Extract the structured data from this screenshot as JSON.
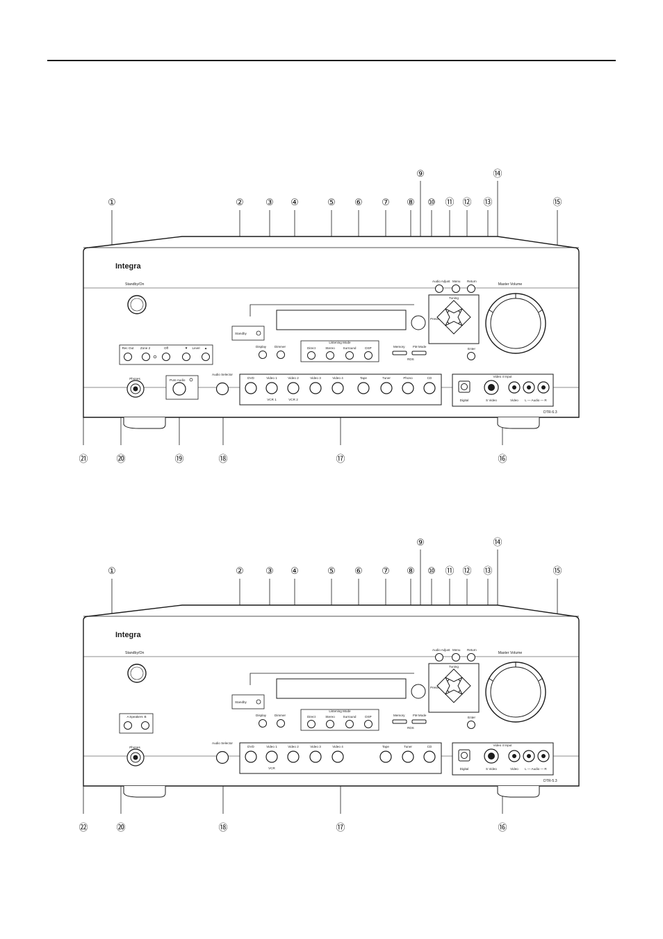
{
  "panels": [
    {
      "id": "a",
      "brand": "Integra",
      "model": "DTR-6.3",
      "power_label": "Standby/On",
      "standby_label": "Standby",
      "display_label": "Display",
      "dimmer_label": "Dimmer",
      "listening_mode_title": "Listening Mode",
      "listening_modes": [
        "Direct",
        "Stereo",
        "Surround",
        "DSP"
      ],
      "memory_label": "Memory",
      "fm_mode_label": "FM Mode",
      "rds_label": "RDS",
      "audio_adjust_label": "Audio Adjust",
      "menu_label": "Menu",
      "return_label": "Return",
      "tuning_label": "Tuning",
      "preset_label": "Preset",
      "enter_label": "Enter",
      "master_volume_label": "Master Volume",
      "phones_label": "Phones",
      "pure_audio_label": "Pure Audio",
      "audio_selector_label": "Audio Selector",
      "input_selectors": [
        "DVD",
        "Video 1",
        "Video 2",
        "Video 3",
        "Video 4",
        "Tape",
        "Tuner",
        "Phono",
        "CD"
      ],
      "vcr_labels": [
        "VCR 1",
        "VCR 2"
      ],
      "video4_input_title": "Video 4 Input",
      "video4_jacks": [
        "Digital",
        "S Video",
        "Video",
        "L — Audio — R"
      ],
      "zone_controls": [
        "Rec Out",
        "Zone 2",
        "Off",
        "▼",
        "Level",
        "▲"
      ],
      "callouts_top": [
        "①",
        "②",
        "③",
        "④",
        "⑤",
        "⑥",
        "⑦",
        "⑧",
        "⑨",
        "⑩",
        "⑪",
        "⑫",
        "⑬",
        "⑭",
        "⑮"
      ],
      "callouts_bottom": [
        "㉑",
        "⑳",
        "⑲",
        "⑱",
        "⑰",
        "⑯"
      ]
    },
    {
      "id": "b",
      "brand": "Integra",
      "model": "DTR-5.3",
      "power_label": "Standby/On",
      "standby_label": "Standby",
      "display_label": "Display",
      "dimmer_label": "Dimmer",
      "listening_mode_title": "Listening Mode",
      "listening_modes": [
        "Direct",
        "Stereo",
        "Surround",
        "DSP"
      ],
      "memory_label": "Memory",
      "fm_mode_label": "FM Mode",
      "rds_label": "RDS",
      "audio_adjust_label": "Audio Adjust",
      "menu_label": "Menu",
      "return_label": "Return",
      "tuning_label": "Tuning",
      "preset_label": "Preset",
      "enter_label": "Enter",
      "master_volume_label": "Master Volume",
      "phones_label": "Phones",
      "audio_selector_label": "Audio Selector",
      "input_selectors": [
        "DVD",
        "Video 1",
        "Video 2",
        "Video 3",
        "Video 4",
        "Tape",
        "Tuner",
        "CD"
      ],
      "vcr_labels": [
        "VCR"
      ],
      "video4_input_title": "Video 4 Input",
      "video4_jacks": [
        "Digital",
        "S Video",
        "Video",
        "L — Audio — R"
      ],
      "speakers_controls": [
        "A",
        "Speakers",
        "B"
      ],
      "callouts_top": [
        "①",
        "②",
        "③",
        "④",
        "⑤",
        "⑥",
        "⑦",
        "⑧",
        "⑨",
        "⑩",
        "⑪",
        "⑫",
        "⑬",
        "⑭",
        "⑮"
      ],
      "callouts_bottom": [
        "㉒",
        "⑳",
        "⑱",
        "⑰",
        "⑯"
      ]
    }
  ]
}
